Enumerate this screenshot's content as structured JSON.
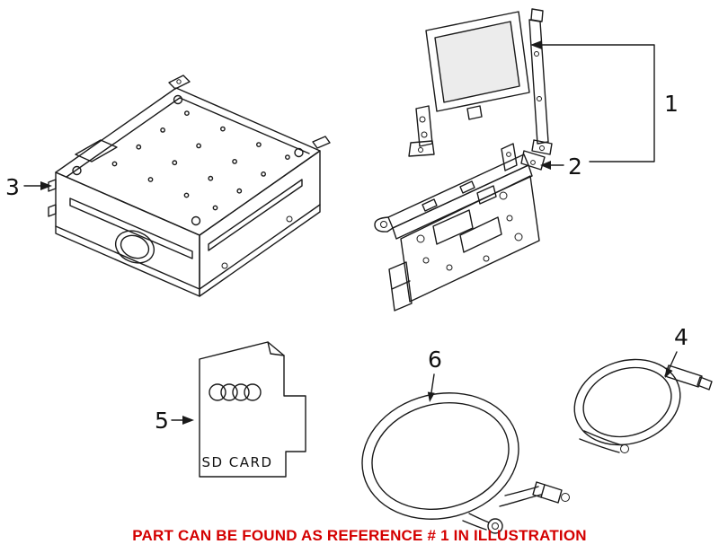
{
  "figure": {
    "background_color": "#ffffff",
    "line_color": "#1a1a1a",
    "screen_fill_color": "#ececec",
    "caption": {
      "text": "PART CAN BE FOUND AS REFERENCE # 1 IN ILLUSTRATION",
      "color": "#d40000"
    },
    "labels": {
      "ref1": "1",
      "ref2": "2",
      "ref3": "3",
      "ref4": "4",
      "ref5": "5",
      "ref6": "6"
    },
    "sd_card": {
      "label": "SD CARD",
      "brand_icon": "audi-rings-icon"
    },
    "drawings": [
      {
        "ref": "1",
        "icon": "display-screen-drawing"
      },
      {
        "ref": "2",
        "icon": "mounting-bracket-drawing"
      },
      {
        "ref": "3",
        "icon": "media-changer-unit-drawing"
      },
      {
        "ref": "4",
        "icon": "looped-cable-drawing"
      },
      {
        "ref": "5",
        "icon": "sd-card-drawing"
      },
      {
        "ref": "6",
        "icon": "coiled-cable-with-connector-drawing"
      }
    ]
  }
}
